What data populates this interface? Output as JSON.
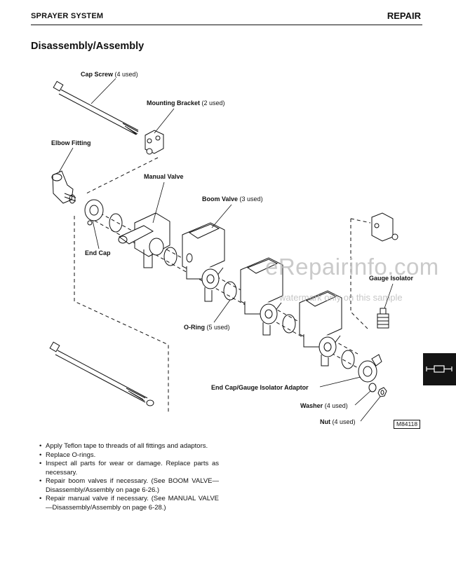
{
  "header": {
    "section": "SPRAYER SYSTEM",
    "chapter": "REPAIR"
  },
  "title": "Disassembly/Assembly",
  "figure": {
    "id": "M84118",
    "callouts": {
      "cap_screw": {
        "name": "Cap Screw",
        "qty": "(4 used)"
      },
      "mounting_bracket": {
        "name": "Mounting Bracket",
        "qty": "(2 used)"
      },
      "elbow_fitting": {
        "name": "Elbow Fitting"
      },
      "manual_valve": {
        "name": "Manual Valve"
      },
      "boom_valve": {
        "name": "Boom Valve",
        "qty": "(3 used)"
      },
      "end_cap": {
        "name": "End Cap"
      },
      "gauge_isolator": {
        "name": "Gauge Isolator"
      },
      "o_ring": {
        "name": "O-Ring",
        "qty": "(5 used)"
      },
      "end_cap_adaptor": {
        "name": "End Cap/Gauge Isolator Adaptor"
      },
      "washer": {
        "name": "Washer",
        "qty": "(4 used)"
      },
      "nut": {
        "name": "Nut",
        "qty": "(4 used)"
      }
    }
  },
  "watermark": {
    "main": "eRepairinfo.com",
    "sub": "watermark only on this sample"
  },
  "side_tab": {
    "icon": "sprayer-boom-icon"
  },
  "notes": [
    "Apply Teflon tape to threads of all fittings and adaptors.",
    "Replace O-rings.",
    "Inspect all parts for wear or damage. Replace parts as necessary.",
    "Repair boom valves if necessary. (See BOOM VALVE—Disassembly/Assembly on page 6-26.)",
    "Repair manual valve if necessary. (See MANUAL VALVE—Disassembly/Assembly on page 6-28.)"
  ]
}
